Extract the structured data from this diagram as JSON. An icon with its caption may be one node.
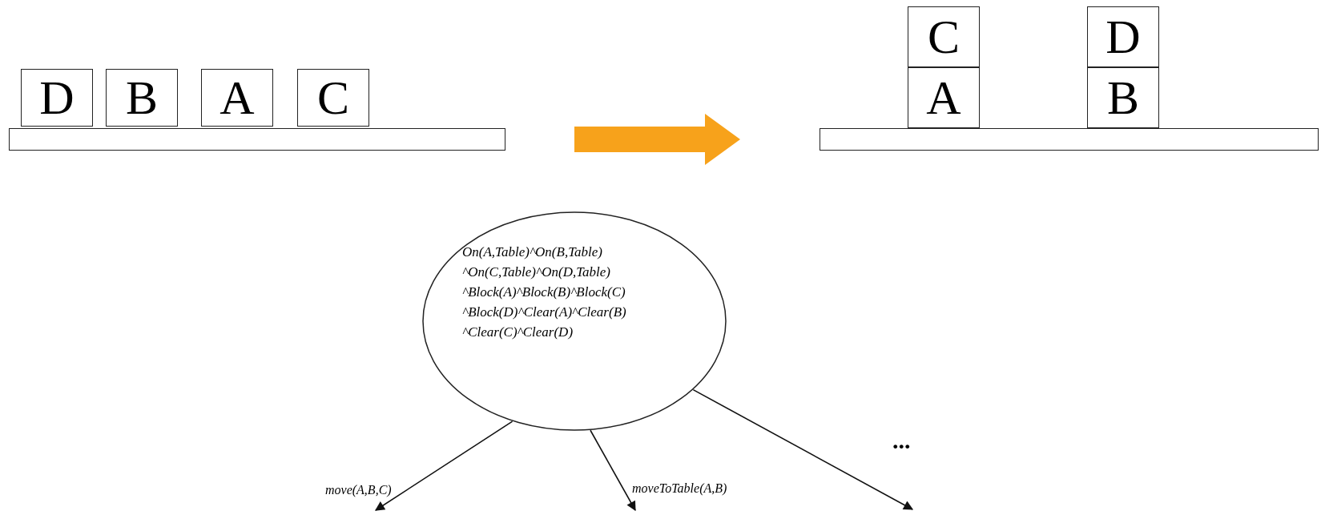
{
  "diagram": {
    "nodes": [
      {
        "text": [],
        "shape": "bar"
      },
      {
        "text": [
          "D"
        ]
      },
      {
        "text": [
          "B"
        ]
      },
      {
        "text": [
          "A"
        ]
      },
      {
        "text": [
          "C"
        ]
      },
      {
        "text": [],
        "shape": "bar"
      },
      {
        "text": [
          "C"
        ]
      },
      {
        "text": [
          "A"
        ]
      },
      {
        "text": [
          "D"
        ]
      },
      {
        "text": [
          "B"
        ]
      },
      {
        "text": [
          "On(A,Table)^On(B,Table) ^On(C,Table)^On(D,Table) ^Block(A)^Block(B)^Block(C) ^Block(D)^Clear(A)^Clear(B) ^Clear(C)^Clear(D)"
        ]
      }
    ],
    "edges": [
      {
        "from": 10,
        "to": null,
        "arrow": "to",
        "label": "move(A,B,C)"
      },
      {
        "from": 10,
        "to": null,
        "arrow": "to",
        "label": "moveToTable(A,B)"
      },
      {
        "from": 10,
        "to": null,
        "arrow": "to"
      }
    ],
    "labels": [
      "..."
    ]
  }
}
